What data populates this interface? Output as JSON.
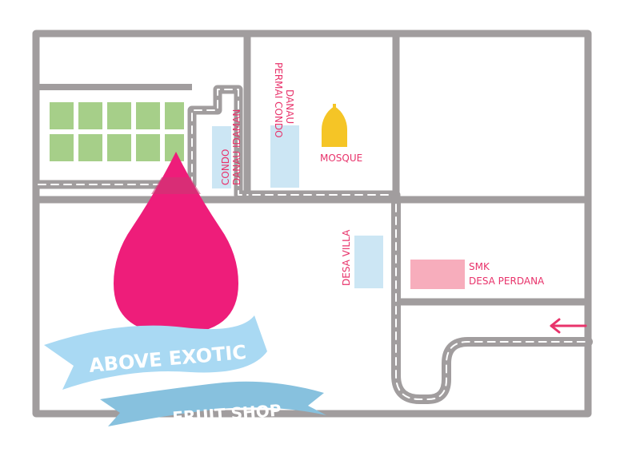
{
  "brand": {
    "line1": "ABOVE EXOTIC",
    "line2": "FRUIT SHOP"
  },
  "labels": {
    "condo_idaman_1": "CONDO",
    "condo_idaman_2": "DANAU IDAMAN",
    "permai_1": "DANAU",
    "permai_2": "PERMAI CONDO",
    "mosque": "MOSQUE",
    "desa_villa": "DESA VILLA",
    "smk_1": "SMK",
    "smk_2": "DESA PERDANA"
  },
  "colors": {
    "road": "#a19d9e",
    "road_dash": "#ffffff",
    "building": "#cce6f4",
    "school": "#f7adbc",
    "field": "#a6cf89",
    "mosque": "#f5c526",
    "pin": "#ee1d7a",
    "label": "#e8336b",
    "banner_light": "#a9d9f3",
    "banner_dark": "#87c1de",
    "arrow": "#e8336b"
  },
  "icons": {
    "location_pin": "location-pin-icon",
    "mosque": "mosque-icon",
    "direction_arrow": "arrow-left-icon"
  }
}
